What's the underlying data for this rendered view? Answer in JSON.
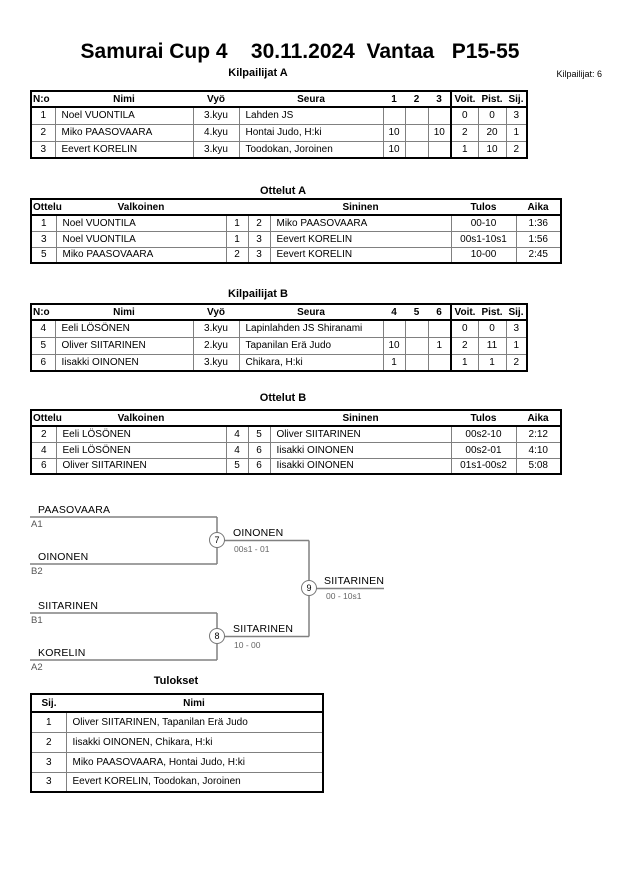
{
  "page": {
    "title": "Samurai Cup 4    30.11.2024  Vantaa   P15-55",
    "competitors_total": "Kilpailijat: 6"
  },
  "kilpailijat_a": {
    "title": "Kilpailijat A",
    "headers": [
      "N:o",
      "Nimi",
      "Vyö",
      "Seura",
      "1",
      "2",
      "3",
      "Voit.",
      "Pist.",
      "Sij."
    ],
    "rows": [
      [
        "1",
        "Noel VUONTILA",
        "3.kyu",
        "Lahden JS",
        "",
        "",
        "",
        "0",
        "0",
        "3"
      ],
      [
        "2",
        "Miko PAASOVAARA",
        "4.kyu",
        "Hontai Judo, H:ki",
        "10",
        "",
        "10",
        "2",
        "20",
        "1"
      ],
      [
        "3",
        "Eevert KORELIN",
        "3.kyu",
        "Toodokan, Joroinen",
        "10",
        "",
        "",
        "1",
        "10",
        "2"
      ]
    ]
  },
  "ottelut_a": {
    "title": "Ottelut A",
    "headers": [
      "Ottelu",
      "Valkoinen",
      "",
      "",
      "Sininen",
      "Tulos",
      "Aika"
    ],
    "rows": [
      [
        "1",
        "Noel VUONTILA",
        "1",
        "2",
        "Miko PAASOVAARA",
        "00-10",
        "1:36"
      ],
      [
        "3",
        "Noel VUONTILA",
        "1",
        "3",
        "Eevert KORELIN",
        "00s1-10s1",
        "1:56"
      ],
      [
        "5",
        "Miko PAASOVAARA",
        "2",
        "3",
        "Eevert KORELIN",
        "10-00",
        "2:45"
      ]
    ]
  },
  "kilpailijat_b": {
    "title": "Kilpailijat B",
    "headers": [
      "N:o",
      "Nimi",
      "Vyö",
      "Seura",
      "4",
      "5",
      "6",
      "Voit.",
      "Pist.",
      "Sij."
    ],
    "rows": [
      [
        "4",
        "Eeli LÖSÖNEN",
        "3.kyu",
        "Lapinlahden JS Shiranami",
        "",
        "",
        "",
        "0",
        "0",
        "3"
      ],
      [
        "5",
        "Oliver SIITARINEN",
        "2.kyu",
        "Tapanilan Erä Judo",
        "10",
        "",
        "1",
        "2",
        "11",
        "1"
      ],
      [
        "6",
        "Iisakki OINONEN",
        "3.kyu",
        "Chikara, H:ki",
        "1",
        "",
        "",
        "1",
        "1",
        "2"
      ]
    ]
  },
  "ottelut_b": {
    "title": "Ottelut B",
    "headers": [
      "Ottelu",
      "Valkoinen",
      "",
      "",
      "Sininen",
      "Tulos",
      "Aika"
    ],
    "rows": [
      [
        "2",
        "Eeli LÖSÖNEN",
        "4",
        "5",
        "Oliver SIITARINEN",
        "00s2-10",
        "2:12"
      ],
      [
        "4",
        "Eeli LÖSÖNEN",
        "4",
        "6",
        "Iisakki OINONEN",
        "00s2-01",
        "4:10"
      ],
      [
        "6",
        "Oliver SIITARINEN",
        "5",
        "6",
        "Iisakki OINONEN",
        "01s1-00s2",
        "5:08"
      ]
    ]
  },
  "bracket": {
    "entries": [
      {
        "name": "PAASOVAARA",
        "seed": "A1"
      },
      {
        "name": "OINONEN",
        "seed": "B2"
      },
      {
        "name": "SIITARINEN",
        "seed": "B1"
      },
      {
        "name": "KORELIN",
        "seed": "A2"
      }
    ],
    "matches": [
      {
        "number": "7",
        "winner": "OINONEN",
        "score": "00s1 - 01"
      },
      {
        "number": "8",
        "winner": "SIITARINEN",
        "score": "10 - 00"
      },
      {
        "number": "9",
        "winner": "SIITARINEN",
        "score": "00 - 10s1"
      }
    ]
  },
  "tulokset": {
    "title": "Tulokset",
    "headers": [
      "Sij.",
      "Nimi"
    ],
    "rows": [
      [
        "1",
        "Oliver SIITARINEN, Tapanilan Erä Judo"
      ],
      [
        "2",
        "Iisakki OINONEN, Chikara, H:ki"
      ],
      [
        "3",
        "Miko PAASOVAARA, Hontai Judo, H:ki"
      ],
      [
        "3",
        "Eevert KORELIN, Toodokan, Joroinen"
      ]
    ]
  },
  "colors": {
    "outer_border": "#000000",
    "grid_line": "#808080",
    "bracket_line": "#808080"
  }
}
